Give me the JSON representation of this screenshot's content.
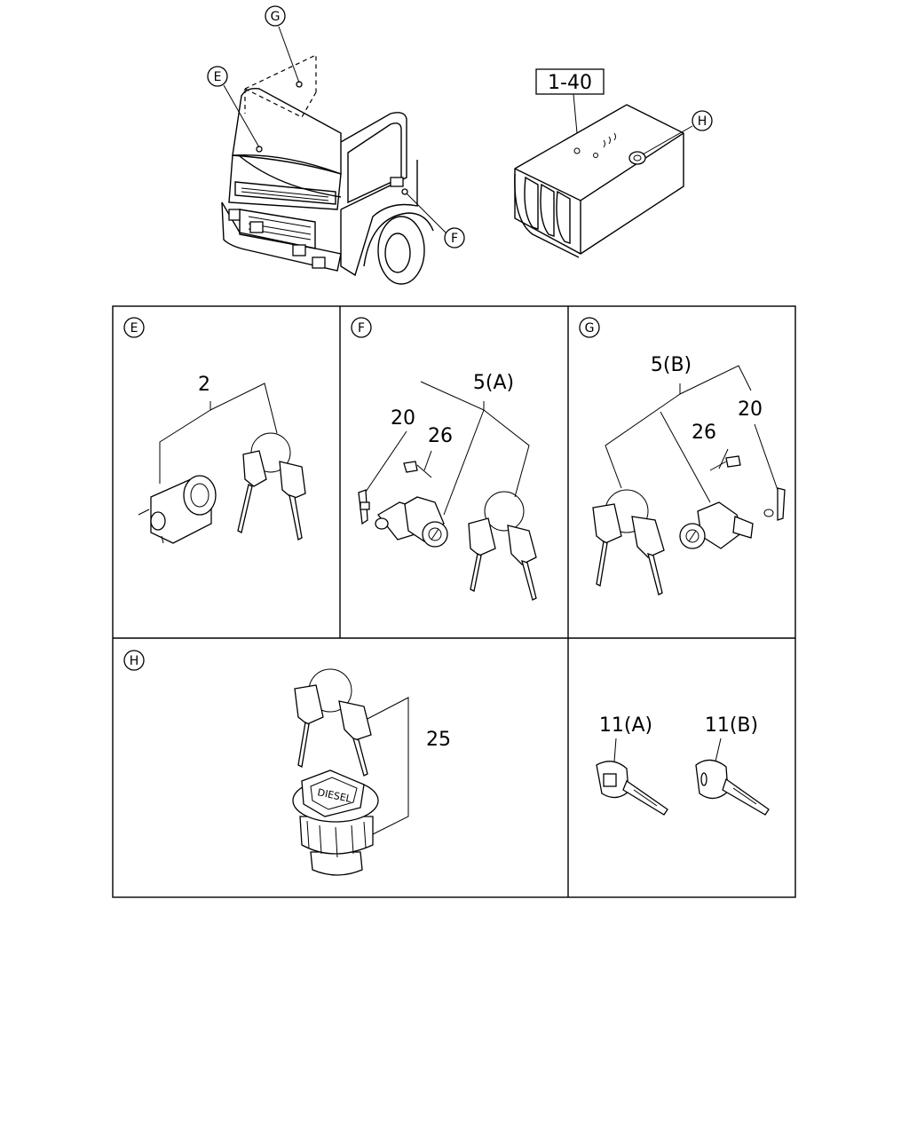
{
  "overview": {
    "callouts": {
      "g": "G",
      "e": "E",
      "f": "F",
      "h": "H"
    },
    "ref_box": "1-40"
  },
  "panels": {
    "e": {
      "tag": "E",
      "parts": [
        "2"
      ]
    },
    "f": {
      "tag": "F",
      "parts": [
        "5(A)",
        "20",
        "26"
      ]
    },
    "g": {
      "tag": "G",
      "parts": [
        "5(B)",
        "26",
        "20"
      ]
    },
    "h": {
      "tag": "H",
      "parts": [
        "25"
      ]
    },
    "keys": {
      "parts": [
        "11(A)",
        "11(B)"
      ]
    }
  }
}
